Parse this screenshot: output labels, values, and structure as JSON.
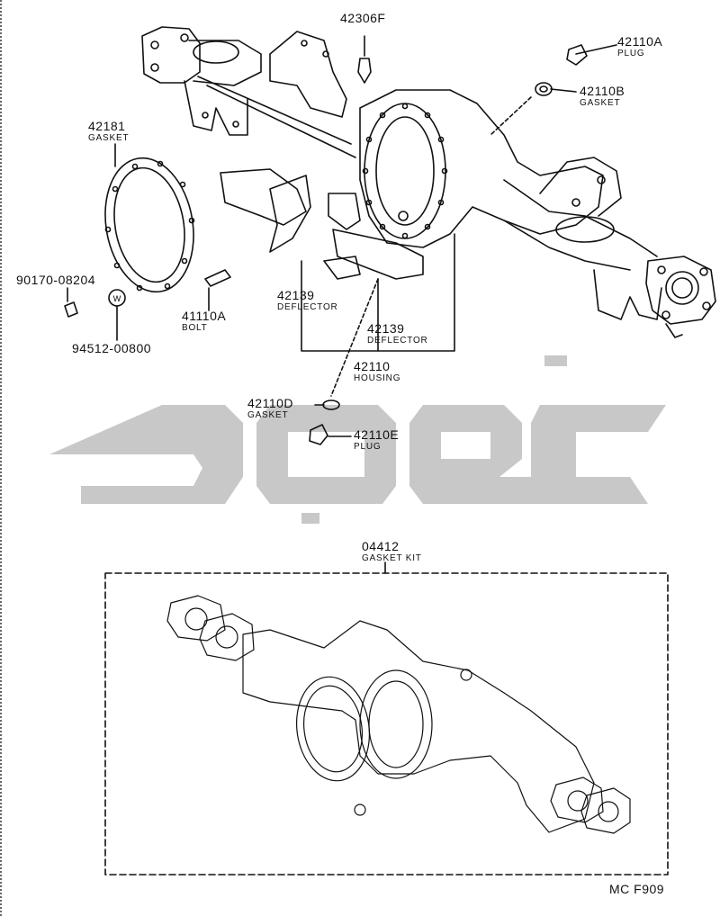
{
  "diagram": {
    "callouts": [
      {
        "id": "42306F",
        "number": "42306F",
        "name": ""
      },
      {
        "id": "42110A",
        "number": "42110A",
        "name": "PLUG"
      },
      {
        "id": "42110B",
        "number": "42110B",
        "name": "GASKET"
      },
      {
        "id": "42181",
        "number": "42181",
        "name": "GASKET"
      },
      {
        "id": "90170",
        "number": "90170-08204",
        "name": ""
      },
      {
        "id": "41110A",
        "number": "41110A",
        "name": "BOLT"
      },
      {
        "id": "94512",
        "number": "94512-00800",
        "name": ""
      },
      {
        "id": "42139a",
        "number": "42139",
        "name": "DEFLECTOR"
      },
      {
        "id": "42139b",
        "number": "42139",
        "name": "DEFLECTOR"
      },
      {
        "id": "42110",
        "number": "42110",
        "name": "HOUSING"
      },
      {
        "id": "42110D",
        "number": "42110D",
        "name": "GASKET"
      },
      {
        "id": "42110E",
        "number": "42110E",
        "name": "PLUG"
      },
      {
        "id": "04412",
        "number": "04412",
        "name": "GASKET KIT"
      }
    ],
    "washer_mark": "W",
    "figure_code": "MC F909",
    "watermark_color": "#c8c8c8",
    "line_color": "#111111"
  }
}
